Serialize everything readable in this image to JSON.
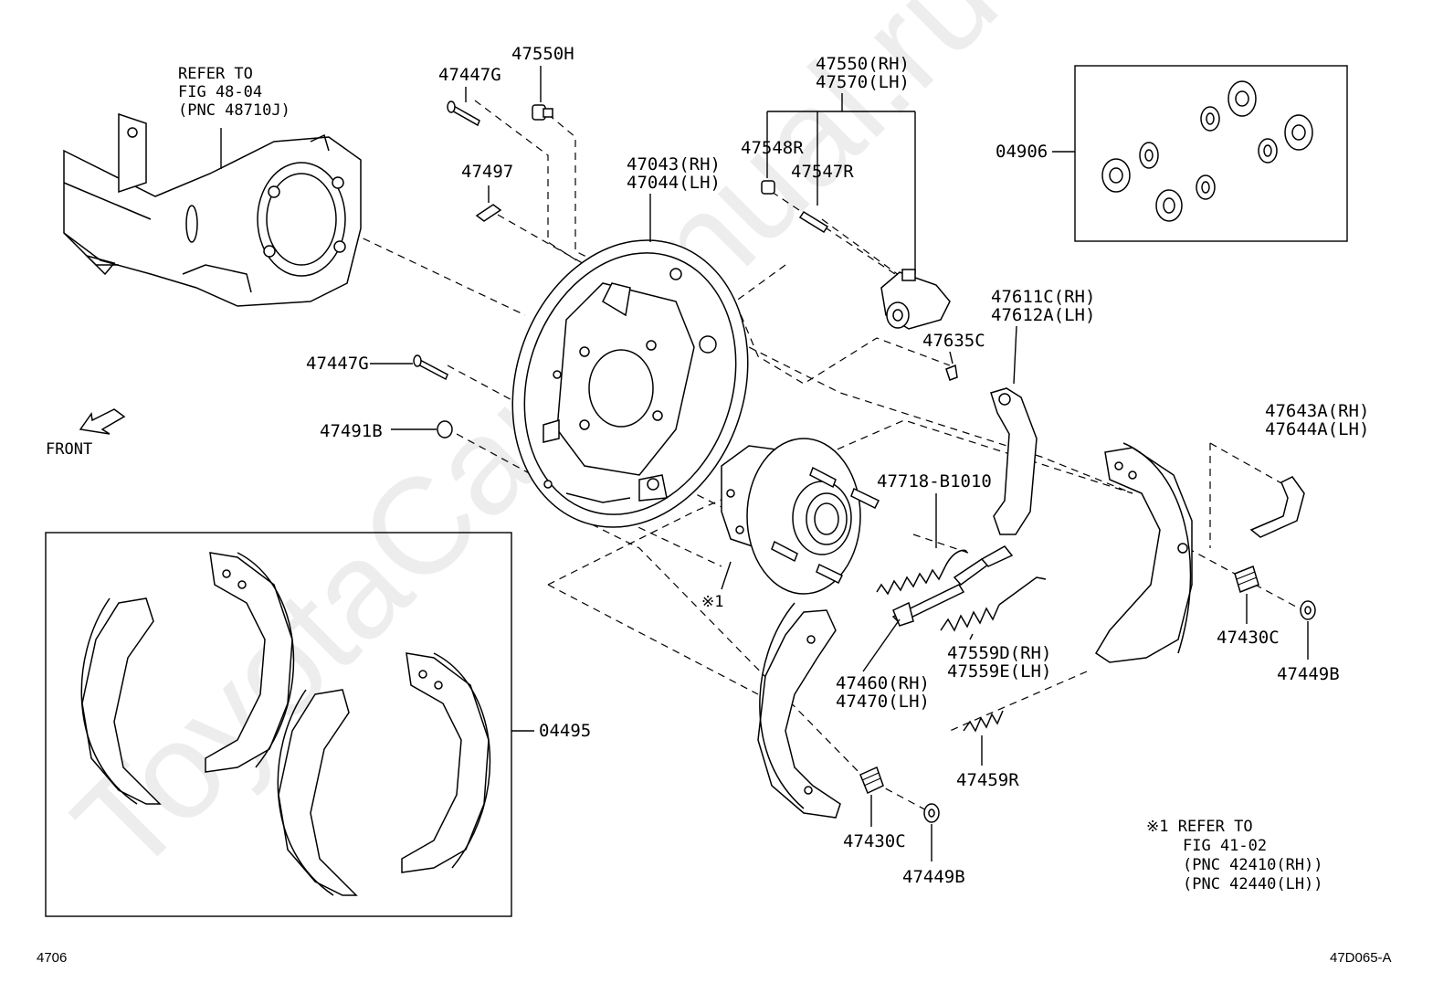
{
  "watermark": "ToyotaCarManual.ru",
  "page": {
    "left_code": "4706",
    "right_code": "47D065-A"
  },
  "front_label": "FRONT",
  "refer_knuckle": [
    "REFER TO",
    "FIG 48-04",
    "(PNC 48710J)"
  ],
  "refer_hub": [
    "※1 REFER TO",
    "FIG 41-02",
    "(PNC 42410(RH))",
    "(PNC 42440(LH))"
  ],
  "hub_mark": "※1",
  "labels": {
    "p47447G_top": "47447G",
    "p47550H": "47550H",
    "p47497": "47497",
    "p47043": "47043(RH)",
    "p47044": "47044(LH)",
    "p47550": "47550(RH)",
    "p47570": "47570(LH)",
    "p47548R": "47548R",
    "p47547R": "47547R",
    "p04906": "04906",
    "p47447G_mid": "47447G",
    "p47491B": "47491B",
    "p47611C": "47611C(RH)",
    "p47612A": "47612A(LH)",
    "p47635C": "47635C",
    "p47643A": "47643A(RH)",
    "p47644A": "47644A(LH)",
    "p47718": "47718-B1010",
    "p47430C_right": "47430C",
    "p47449B_right": "47449B",
    "p47559D": "47559D(RH)",
    "p47559E": "47559E(LH)",
    "p47460": "47460(RH)",
    "p47470": "47470(LH)",
    "p47459R": "47459R",
    "p04495": "04495",
    "p47430C_bottom": "47430C",
    "p47449B_bottom": "47449B"
  }
}
